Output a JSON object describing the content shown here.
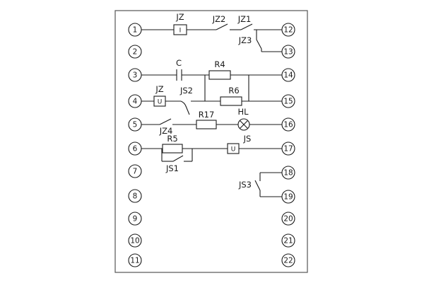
{
  "page": {
    "background": "#ffffff",
    "line_color": "#1a1a1a",
    "description": "Relay internal wiring schematic with numbered terminals"
  },
  "diagram": {
    "terminals": {
      "left": [
        "1",
        "2",
        "3",
        "4",
        "5",
        "6",
        "7",
        "8",
        "9",
        "10",
        "11"
      ],
      "right": [
        "12",
        "13",
        "14",
        "15",
        "16",
        "17",
        "18",
        "19",
        "20",
        "21",
        "22"
      ]
    },
    "components": {
      "jz_coil_label": "JZ",
      "jz_coil_symbol": "I",
      "contact_jz2": "JZ2",
      "contact_jz1": "JZ1",
      "contact_jz3": "JZ3",
      "capacitor": "C",
      "resistor_r4": "R4",
      "resistor_r6": "R6",
      "jz_voltage_label": "JZ",
      "jz_voltage_symbol": "U",
      "contact_js2": "JS2",
      "contact_jz4": "JZ4",
      "resistor_r17": "R17",
      "lamp_hl": "HL",
      "resistor_r5": "R5",
      "js_coil_label": "JS",
      "js_coil_symbol": "U",
      "contact_js1": "JS1",
      "contact_js3": "JS3"
    }
  }
}
